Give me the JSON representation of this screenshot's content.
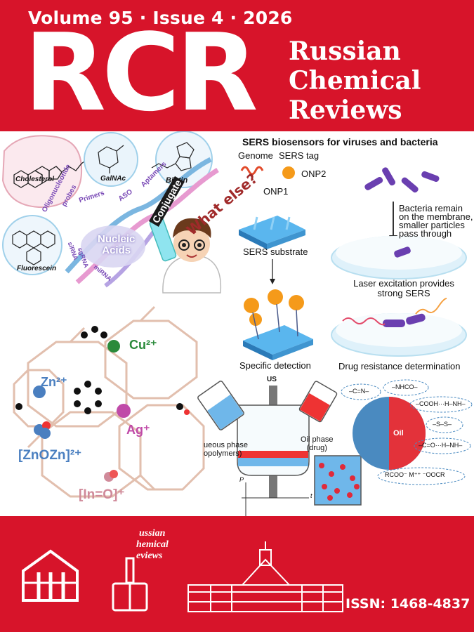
{
  "cover": {
    "issue_line": "Volume 95 · Issue 4 · 2026",
    "acronym": "RCR",
    "journal_line1": "Russian",
    "journal_line2": "Chemical",
    "journal_line3": "Reviews",
    "issn": "ISSN: 1468-4837"
  },
  "panel_conjugate": {
    "cholesterol": "Cholesterol",
    "galnac": "GalNAc",
    "biotin": "Biotin",
    "fluorescein": "Fluorescein",
    "nucleic_line1": "Nucleic",
    "nucleic_line2": "Acids",
    "oligo_line1": "Oligonucleotide",
    "oligo_line2": "probes",
    "primers": "Primers",
    "aso": "ASO",
    "aptamers": "Aptamers",
    "sirna": "siRNA",
    "sgrna": "sgRNA",
    "mirna": "miRNA",
    "what_else": "What else?",
    "conjugate": "Conjugate"
  },
  "panel_sers": {
    "title": "SERS biosensors for viruses and bacteria",
    "genome": "Genome",
    "sers_tag": "SERS tag",
    "onp2": "ONP2",
    "onp1": "ONP1",
    "substrate": "SERS substrate",
    "specific": "Specific detection",
    "bacteria_line1": "Bacteria remain",
    "bacteria_line2": "on the membrane,",
    "bacteria_line3": "smaller particles",
    "bacteria_line4": "pass through",
    "laser_line1": "Laser excitation provides",
    "laser_line2": "strong SERS",
    "drug": "Drug resistance determination"
  },
  "panel_zeolite": {
    "cu": "Cu²⁺",
    "zn": "Zn²⁺",
    "ag": "Ag⁺",
    "znozn": "[ZnOZn]²⁺",
    "ino": "[In=O]⁺"
  },
  "panel_emulsion": {
    "us": "US",
    "aq_line1": "ueous phase",
    "aq_line2": "opolymers)",
    "oil_line1": "Oil phase",
    "oil_line2": "(drug)",
    "p": "P",
    "t": "t",
    "oil": "Oil",
    "g1": "–C=N–",
    "g2": "–NHCO–",
    "g3": "–COOH···H–NH–",
    "g4": "–S–S–",
    "g5": "–C=O···H–NH–",
    "g6": "RCOO⁻ M⁺⁺ ⁻OOCR"
  },
  "footer_logo": {
    "line1": "ussian",
    "line2": "hemical",
    "line3": "eviews"
  },
  "colors": {
    "brand_red": "#d7142a",
    "zinc_blue": "#4a7fc0",
    "copper_green": "#2a8a3a",
    "silver_magenta": "#c04aa8",
    "indium_pink": "#d08a9a",
    "nanoparticle_orange": "#f59a1a"
  }
}
